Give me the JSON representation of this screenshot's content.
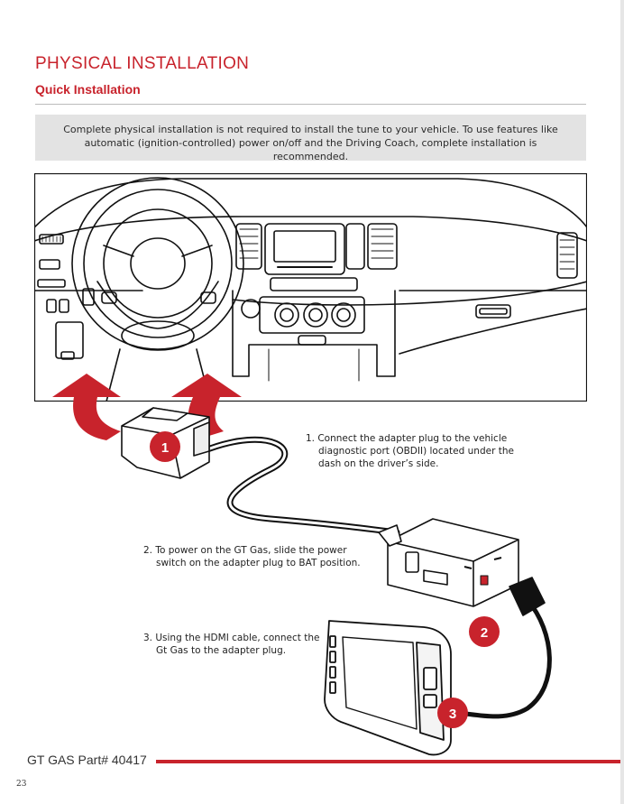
{
  "header": {
    "title": "PHYSICAL INSTALLATION",
    "subtitle": "Quick Installation"
  },
  "note": "Complete physical installation is not required to install the tune to your vehicle. To use features like automatic (ignition-controlled) power on/off and the Driving Coach, complete installation is recommended.",
  "steps": [
    {
      "number": "1",
      "line1": "1. Connect the adapter plug to the vehicle",
      "line2": "diagnostic port (OBDII) located under the",
      "line3": "dash on the driver’s side."
    },
    {
      "number": "2",
      "line1": "2. To power on the GT Gas, slide the power",
      "line2": "switch on the adapter plug to BAT position."
    },
    {
      "number": "3",
      "line1": "3. Using the HDMI cable, connect the",
      "line2": "Gt Gas to the adapter plug."
    }
  ],
  "footer": {
    "label": "GT GAS Part# 40417",
    "page_number": "23"
  },
  "colors": {
    "accent": "#c8232c",
    "note_background": "#e3e3e3"
  },
  "icons": [
    "dashboard-illustration",
    "up-arrow-icon",
    "obd-adapter-plug",
    "adapter-module",
    "gt-gas-handheld-device",
    "hdmi-cable"
  ]
}
